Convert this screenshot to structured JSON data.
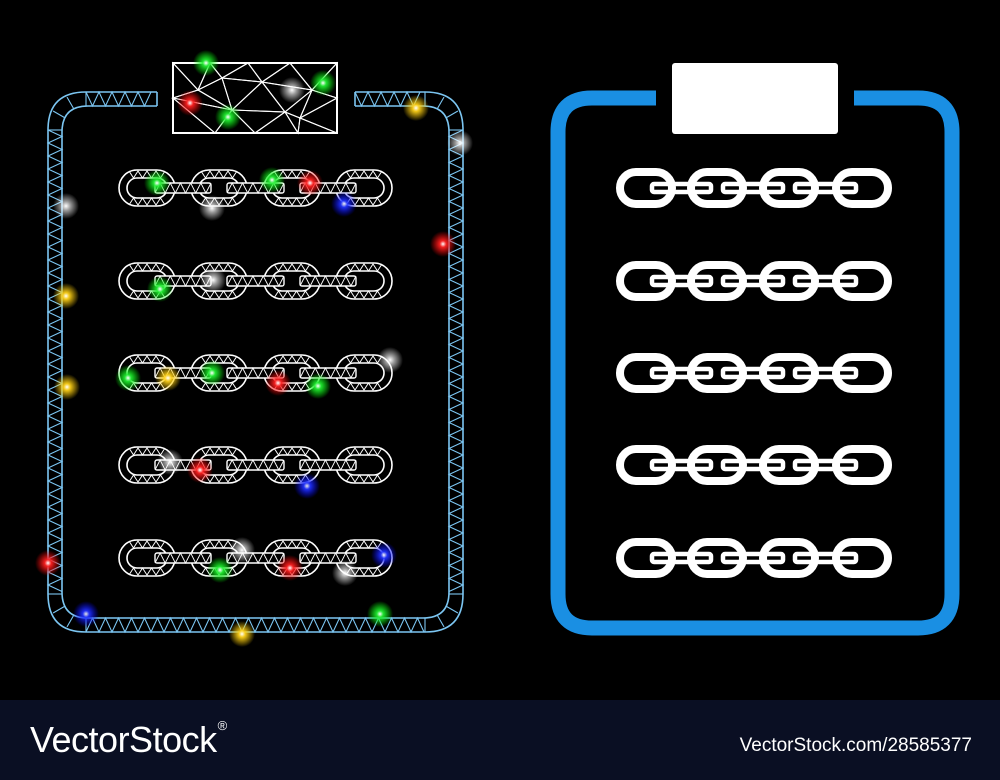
{
  "footer": {
    "brand": "VectorStock",
    "registered_mark": "®",
    "image_id": "VectorStock.com/28585377"
  },
  "colors": {
    "background": "#000000",
    "footer_bg": "#0a0f23",
    "clipboard_blue": "#1a8fe3",
    "mesh_blue": "#7cc6f2",
    "chain_white": "#ffffff"
  },
  "icons": {
    "left": "mesh-clipboard-chain-list-icon",
    "right": "flat-clipboard-chain-list-icon"
  },
  "chain_rows": 5,
  "links_per_row": 4
}
